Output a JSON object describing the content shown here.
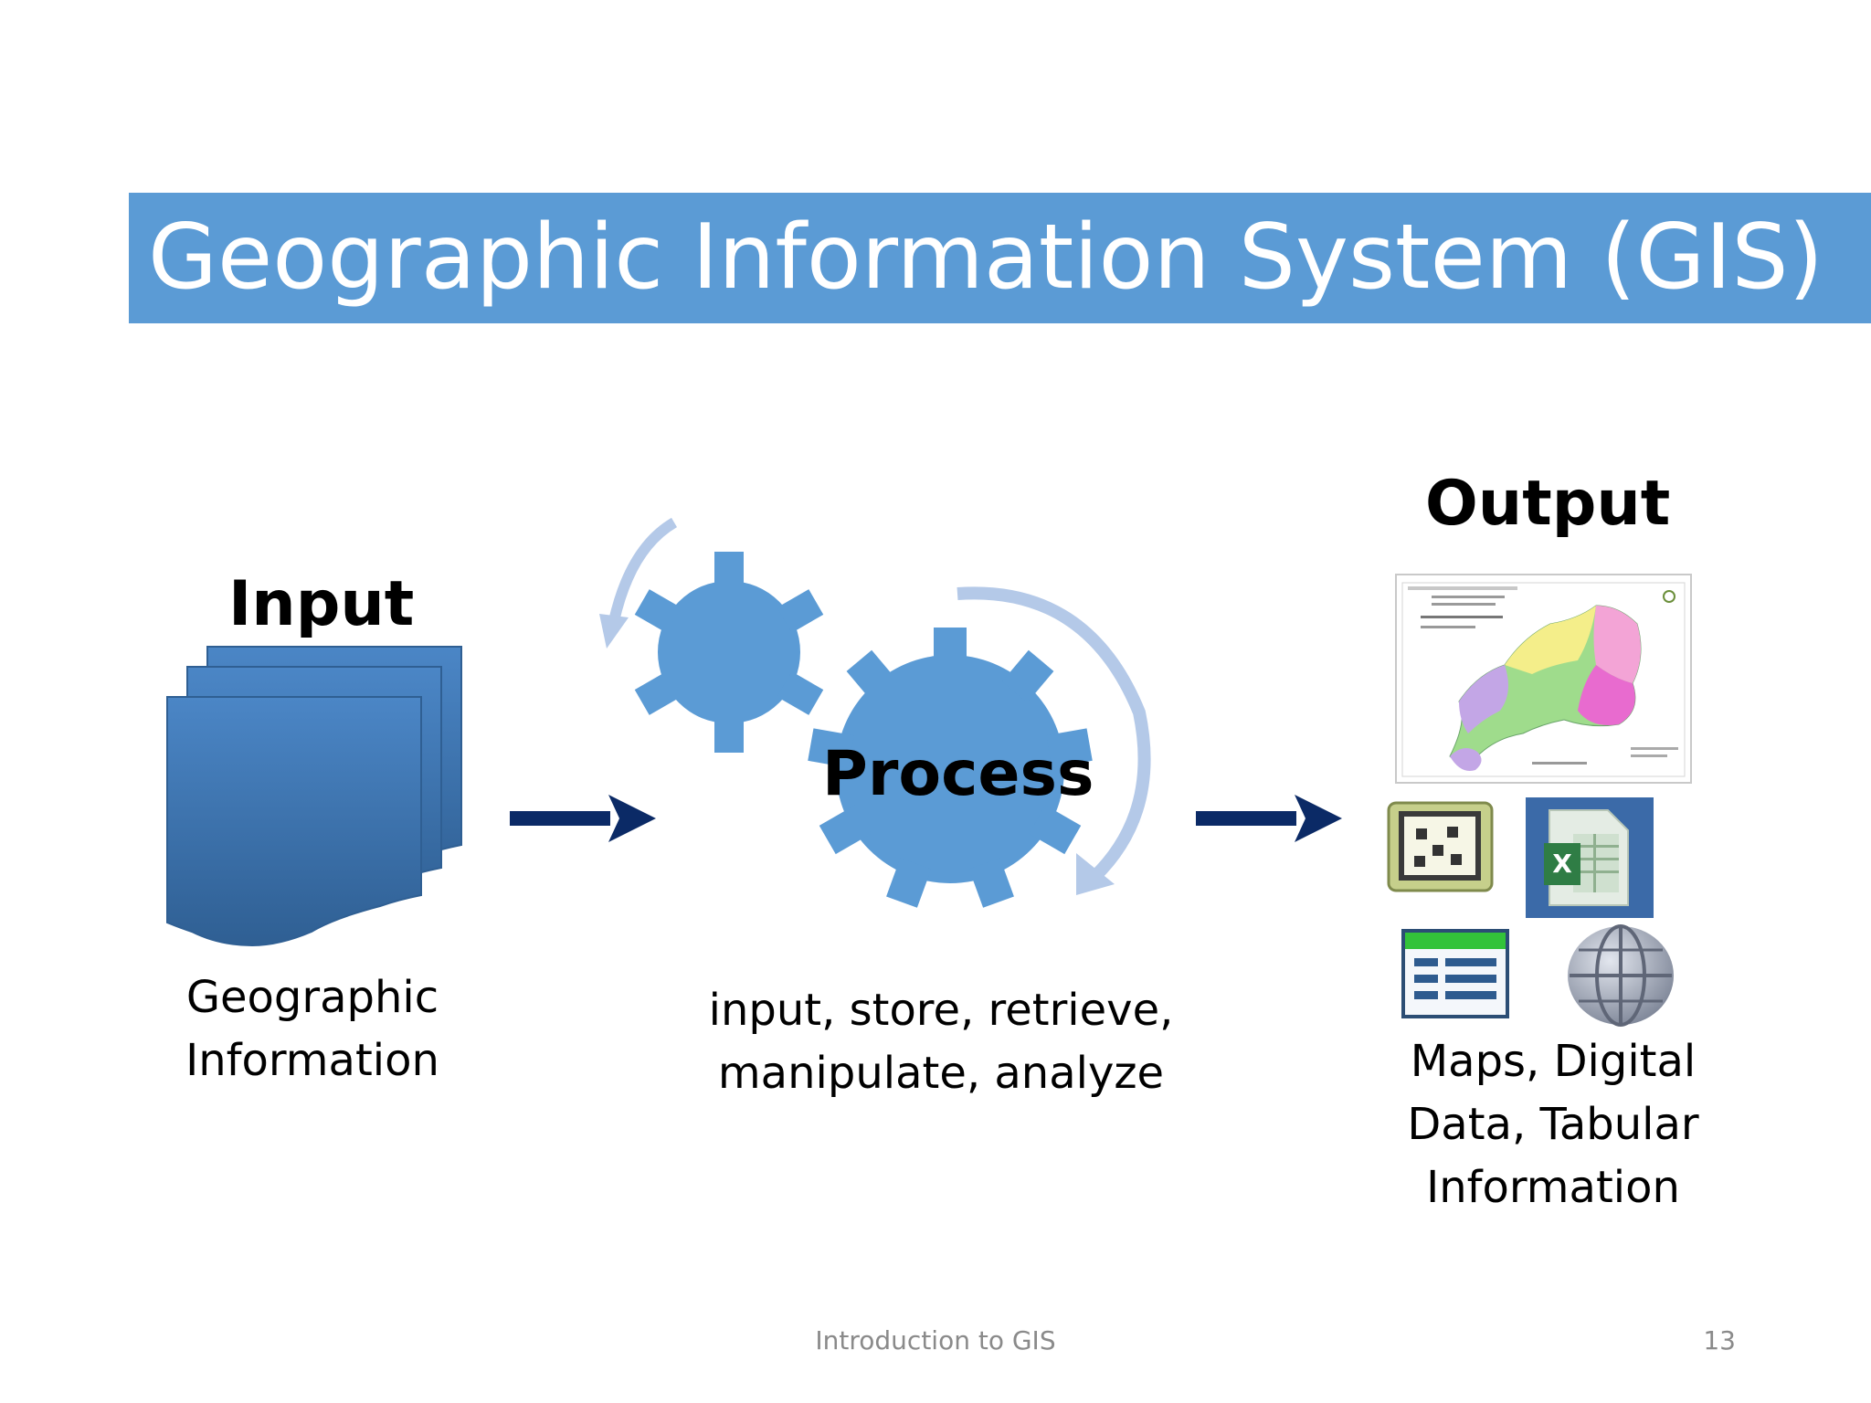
{
  "slide": {
    "title": "Geographic Information System (GIS)",
    "footer": "Introduction to GIS",
    "page_number": "13"
  },
  "input": {
    "heading": "Input",
    "caption_lines": [
      "Geographic",
      "Information"
    ],
    "icon": "multiple-documents-icon"
  },
  "process": {
    "heading": "Process",
    "caption_lines": [
      "input, store, retrieve,",
      "manipulate, analyze"
    ],
    "icon": "gears-icon"
  },
  "output": {
    "heading": "Output",
    "caption_lines": [
      "Maps, Digital",
      "Data, Tabular",
      "Information"
    ],
    "icons": [
      "map-thumbnail",
      "raster-icon",
      "excel-icon",
      "table-icon",
      "globe-icon"
    ]
  },
  "colors": {
    "title_bar": "#5b9bd5",
    "arrow": "#0b2a66",
    "gear": "#5b9bd5",
    "document": "#3f74ad"
  }
}
